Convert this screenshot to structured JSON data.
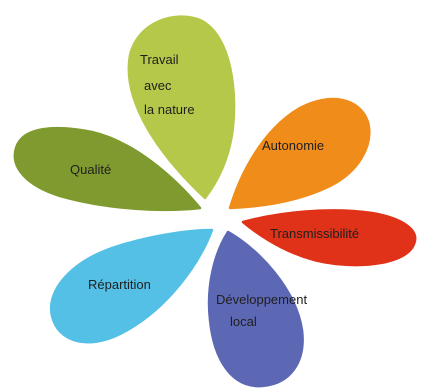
{
  "diagram": {
    "petals": [
      {
        "label_lines": [
          "Travail",
          "avec",
          "la nature"
        ],
        "color": "#b6c84a"
      },
      {
        "label_lines": [
          "Autonomie"
        ],
        "color": "#f08c1a"
      },
      {
        "label_lines": [
          "Transmissibilité"
        ],
        "color": "#e03219"
      },
      {
        "label_lines": [
          "Développement",
          "local"
        ],
        "color": "#5d68b4"
      },
      {
        "label_lines": [
          "Répartition"
        ],
        "color": "#55c0e6"
      },
      {
        "label_lines": [
          "Qualité"
        ],
        "color": "#7f9a2e"
      }
    ]
  }
}
